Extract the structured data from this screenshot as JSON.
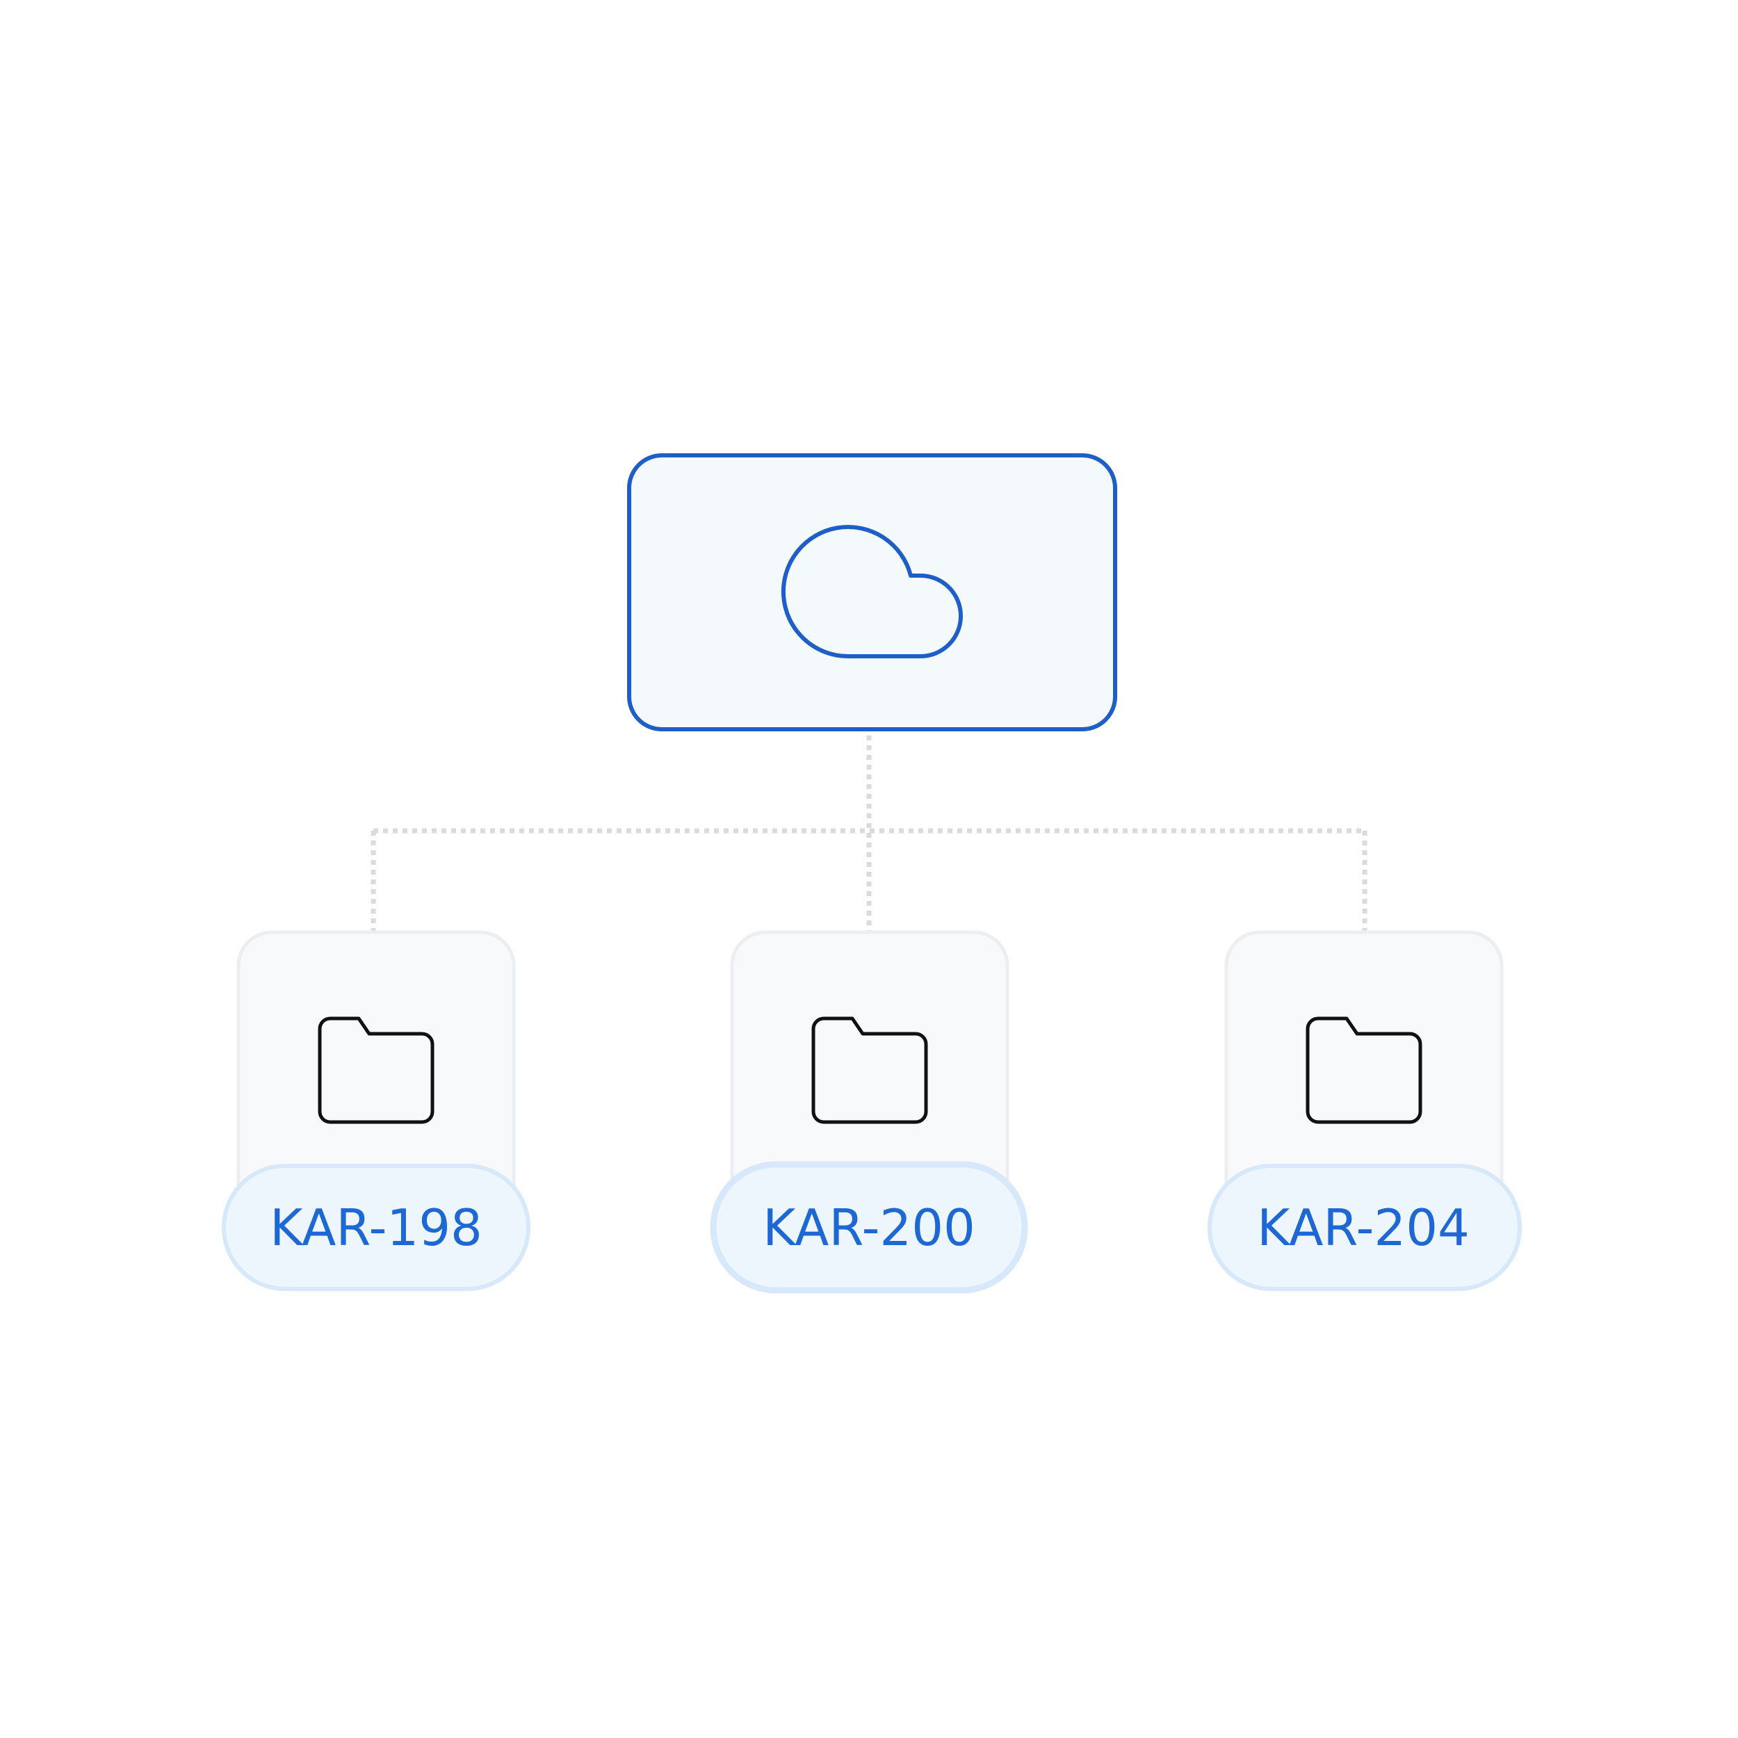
{
  "diagram": {
    "root": {
      "icon": "cloud-icon",
      "accent": "#1e5ec9",
      "fill": "#f4f9fc"
    },
    "children": [
      {
        "label": "KAR-198",
        "icon": "folder-icon"
      },
      {
        "label": "KAR-200",
        "icon": "folder-icon"
      },
      {
        "label": "KAR-204",
        "icon": "folder-icon"
      }
    ],
    "colors": {
      "label_text": "#1e68d5",
      "label_pill_fill": "#edf6fd",
      "label_pill_stroke": "#d6e8f9",
      "card_fill": "#f7f9fb",
      "connector": "#dadbde"
    }
  }
}
